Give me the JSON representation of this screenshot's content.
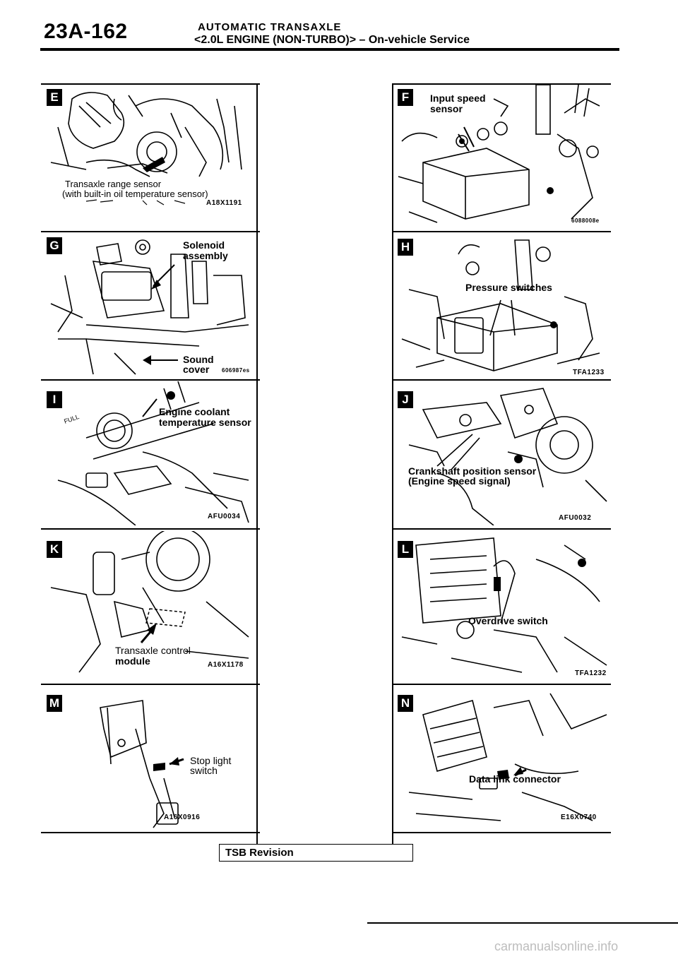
{
  "header": {
    "page_number": "23A-162",
    "title": "AUTOMATIC TRANSAXLE",
    "subtitle": "<2.0L ENGINE (NON-TURBO)> – On-vehicle Service"
  },
  "panels": {
    "E": {
      "letter": "E",
      "label_line1": "Transaxle range sensor",
      "label_line2": "(with built-in oil temperature sensor)",
      "code": "A18X1191"
    },
    "F": {
      "letter": "F",
      "label_line1": "Input speed",
      "label_line2": "sensor",
      "code": "6088008e"
    },
    "G": {
      "letter": "G",
      "label_line1": "Solenoid",
      "label_line2": "assembly",
      "label2_line1": "Sound",
      "label2_line2": "cover",
      "code": "606987es"
    },
    "H": {
      "letter": "H",
      "label": "Pressure switches",
      "code": "TFA1233"
    },
    "I": {
      "letter": "I",
      "label_line1": "Engine coolant",
      "label_line2": "temperature sensor",
      "code": "AFU0034"
    },
    "J": {
      "letter": "J",
      "label_line1": "Crankshaft position sensor",
      "label_line2": "(Engine speed signal)",
      "code": "AFU0032"
    },
    "K": {
      "letter": "K",
      "label_line1": "Transaxle control",
      "label_line2": "module",
      "code": "A16X1178"
    },
    "L": {
      "letter": "L",
      "label": "Overdrive switch",
      "code": "TFA1232"
    },
    "M": {
      "letter": "M",
      "label_line1": "Stop light",
      "label_line2": "switch",
      "code": "A16X0916"
    },
    "N": {
      "letter": "N",
      "label": "Data link connector",
      "code": "E16X0740"
    }
  },
  "footer": {
    "tsb": "TSB Revision",
    "watermark": "carmanualsonline.info"
  }
}
